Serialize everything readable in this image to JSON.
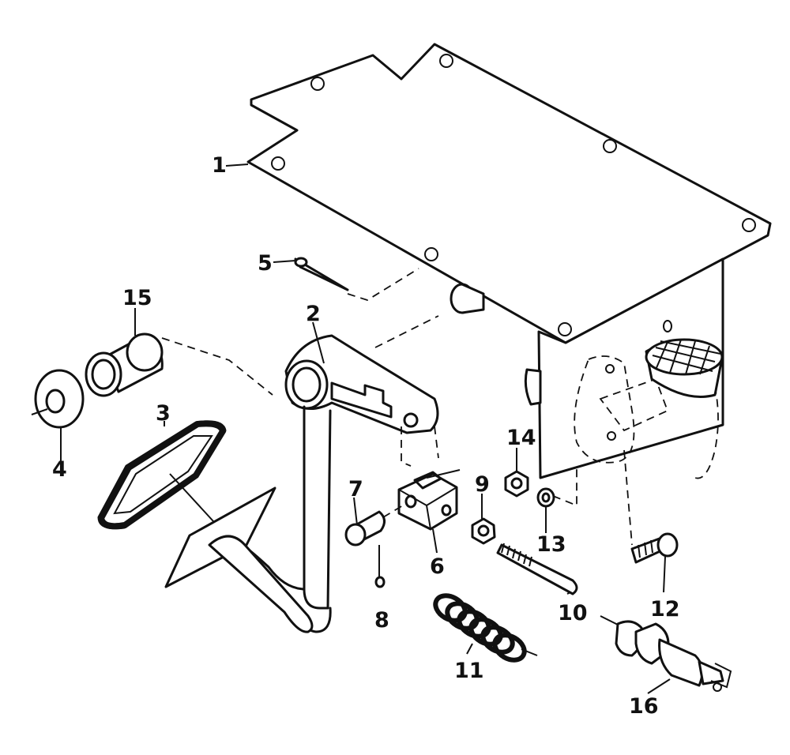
{
  "callouts": [
    {
      "id": "1",
      "label": "1"
    },
    {
      "id": "2",
      "label": "2"
    },
    {
      "id": "3",
      "label": "3"
    },
    {
      "id": "4",
      "label": "4"
    },
    {
      "id": "5",
      "label": "5"
    },
    {
      "id": "6",
      "label": "6"
    },
    {
      "id": "7",
      "label": "7"
    },
    {
      "id": "8",
      "label": "8"
    },
    {
      "id": "9",
      "label": "9"
    },
    {
      "id": "10",
      "label": "10"
    },
    {
      "id": "11",
      "label": "11"
    },
    {
      "id": "12",
      "label": "12"
    },
    {
      "id": "13",
      "label": "13"
    },
    {
      "id": "14",
      "label": "14"
    },
    {
      "id": "15",
      "label": "15"
    },
    {
      "id": "16",
      "label": "16"
    }
  ],
  "colors": {
    "line": "#111111",
    "background": "#ffffff"
  },
  "icons": [
    "mounting-plate",
    "pedal-lever",
    "pedal-pad-rubber",
    "washer",
    "cotter-pin",
    "clevis",
    "clevis-pin",
    "split-pin",
    "nut",
    "push-rod",
    "return-spring",
    "bolt",
    "spring-washer",
    "lock-nut",
    "bushing",
    "stop-light-switch",
    "master-cylinder"
  ]
}
